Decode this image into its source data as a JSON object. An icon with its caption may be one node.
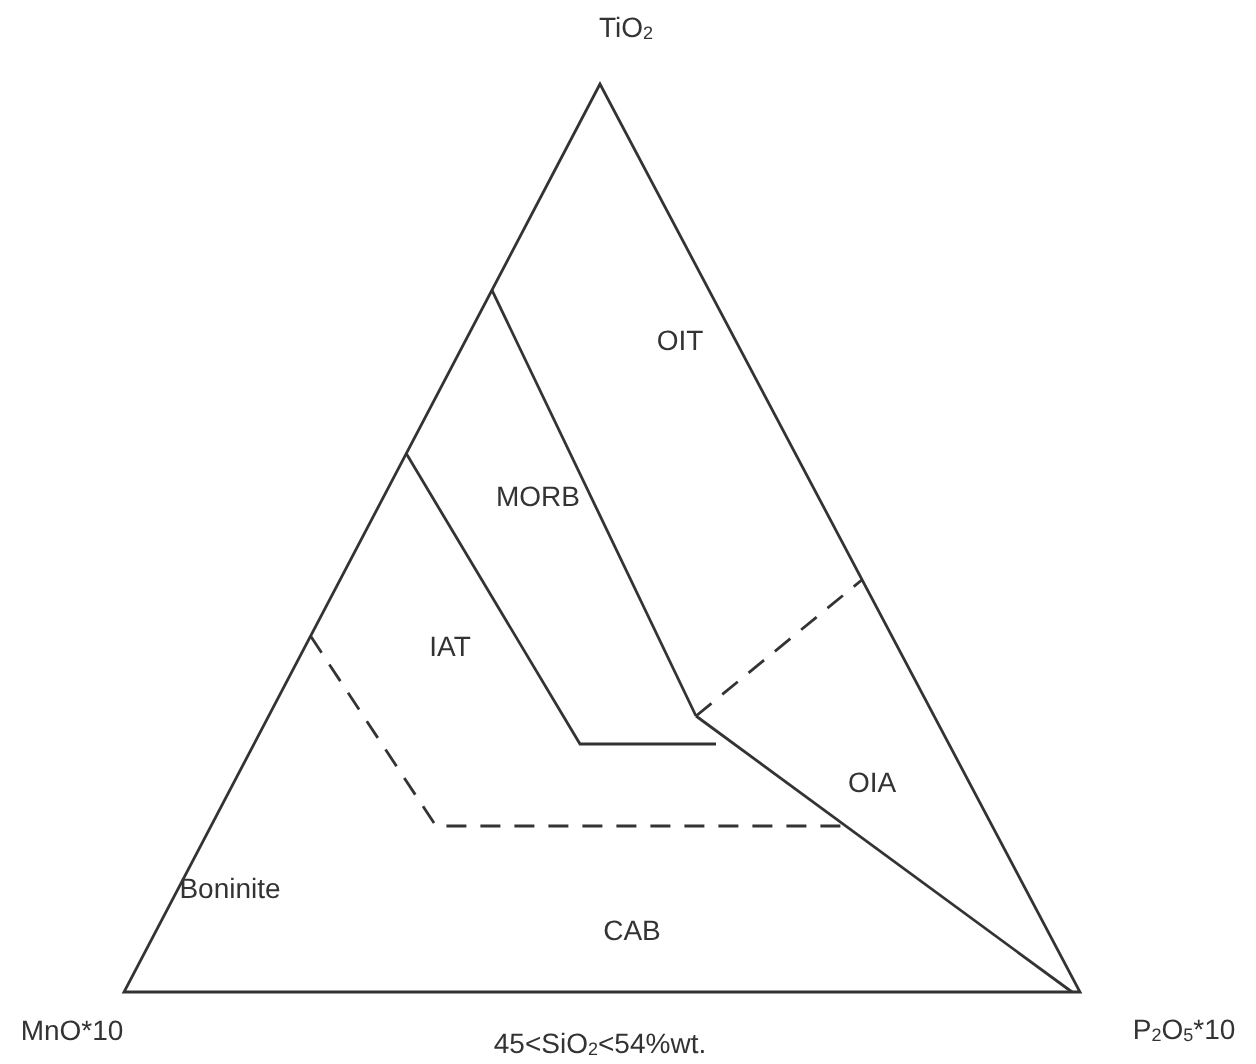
{
  "diagram": {
    "caption": "45<SiO$_{2}$<54%wt.",
    "labels": [
      "TiO$_{2}$",
      "OIT",
      "MORB",
      "IAT",
      "OIA",
      "Boninite",
      "CAB",
      "MnO*10",
      "P$_{2}$O$_{5}$*10"
    ]
  }
}
